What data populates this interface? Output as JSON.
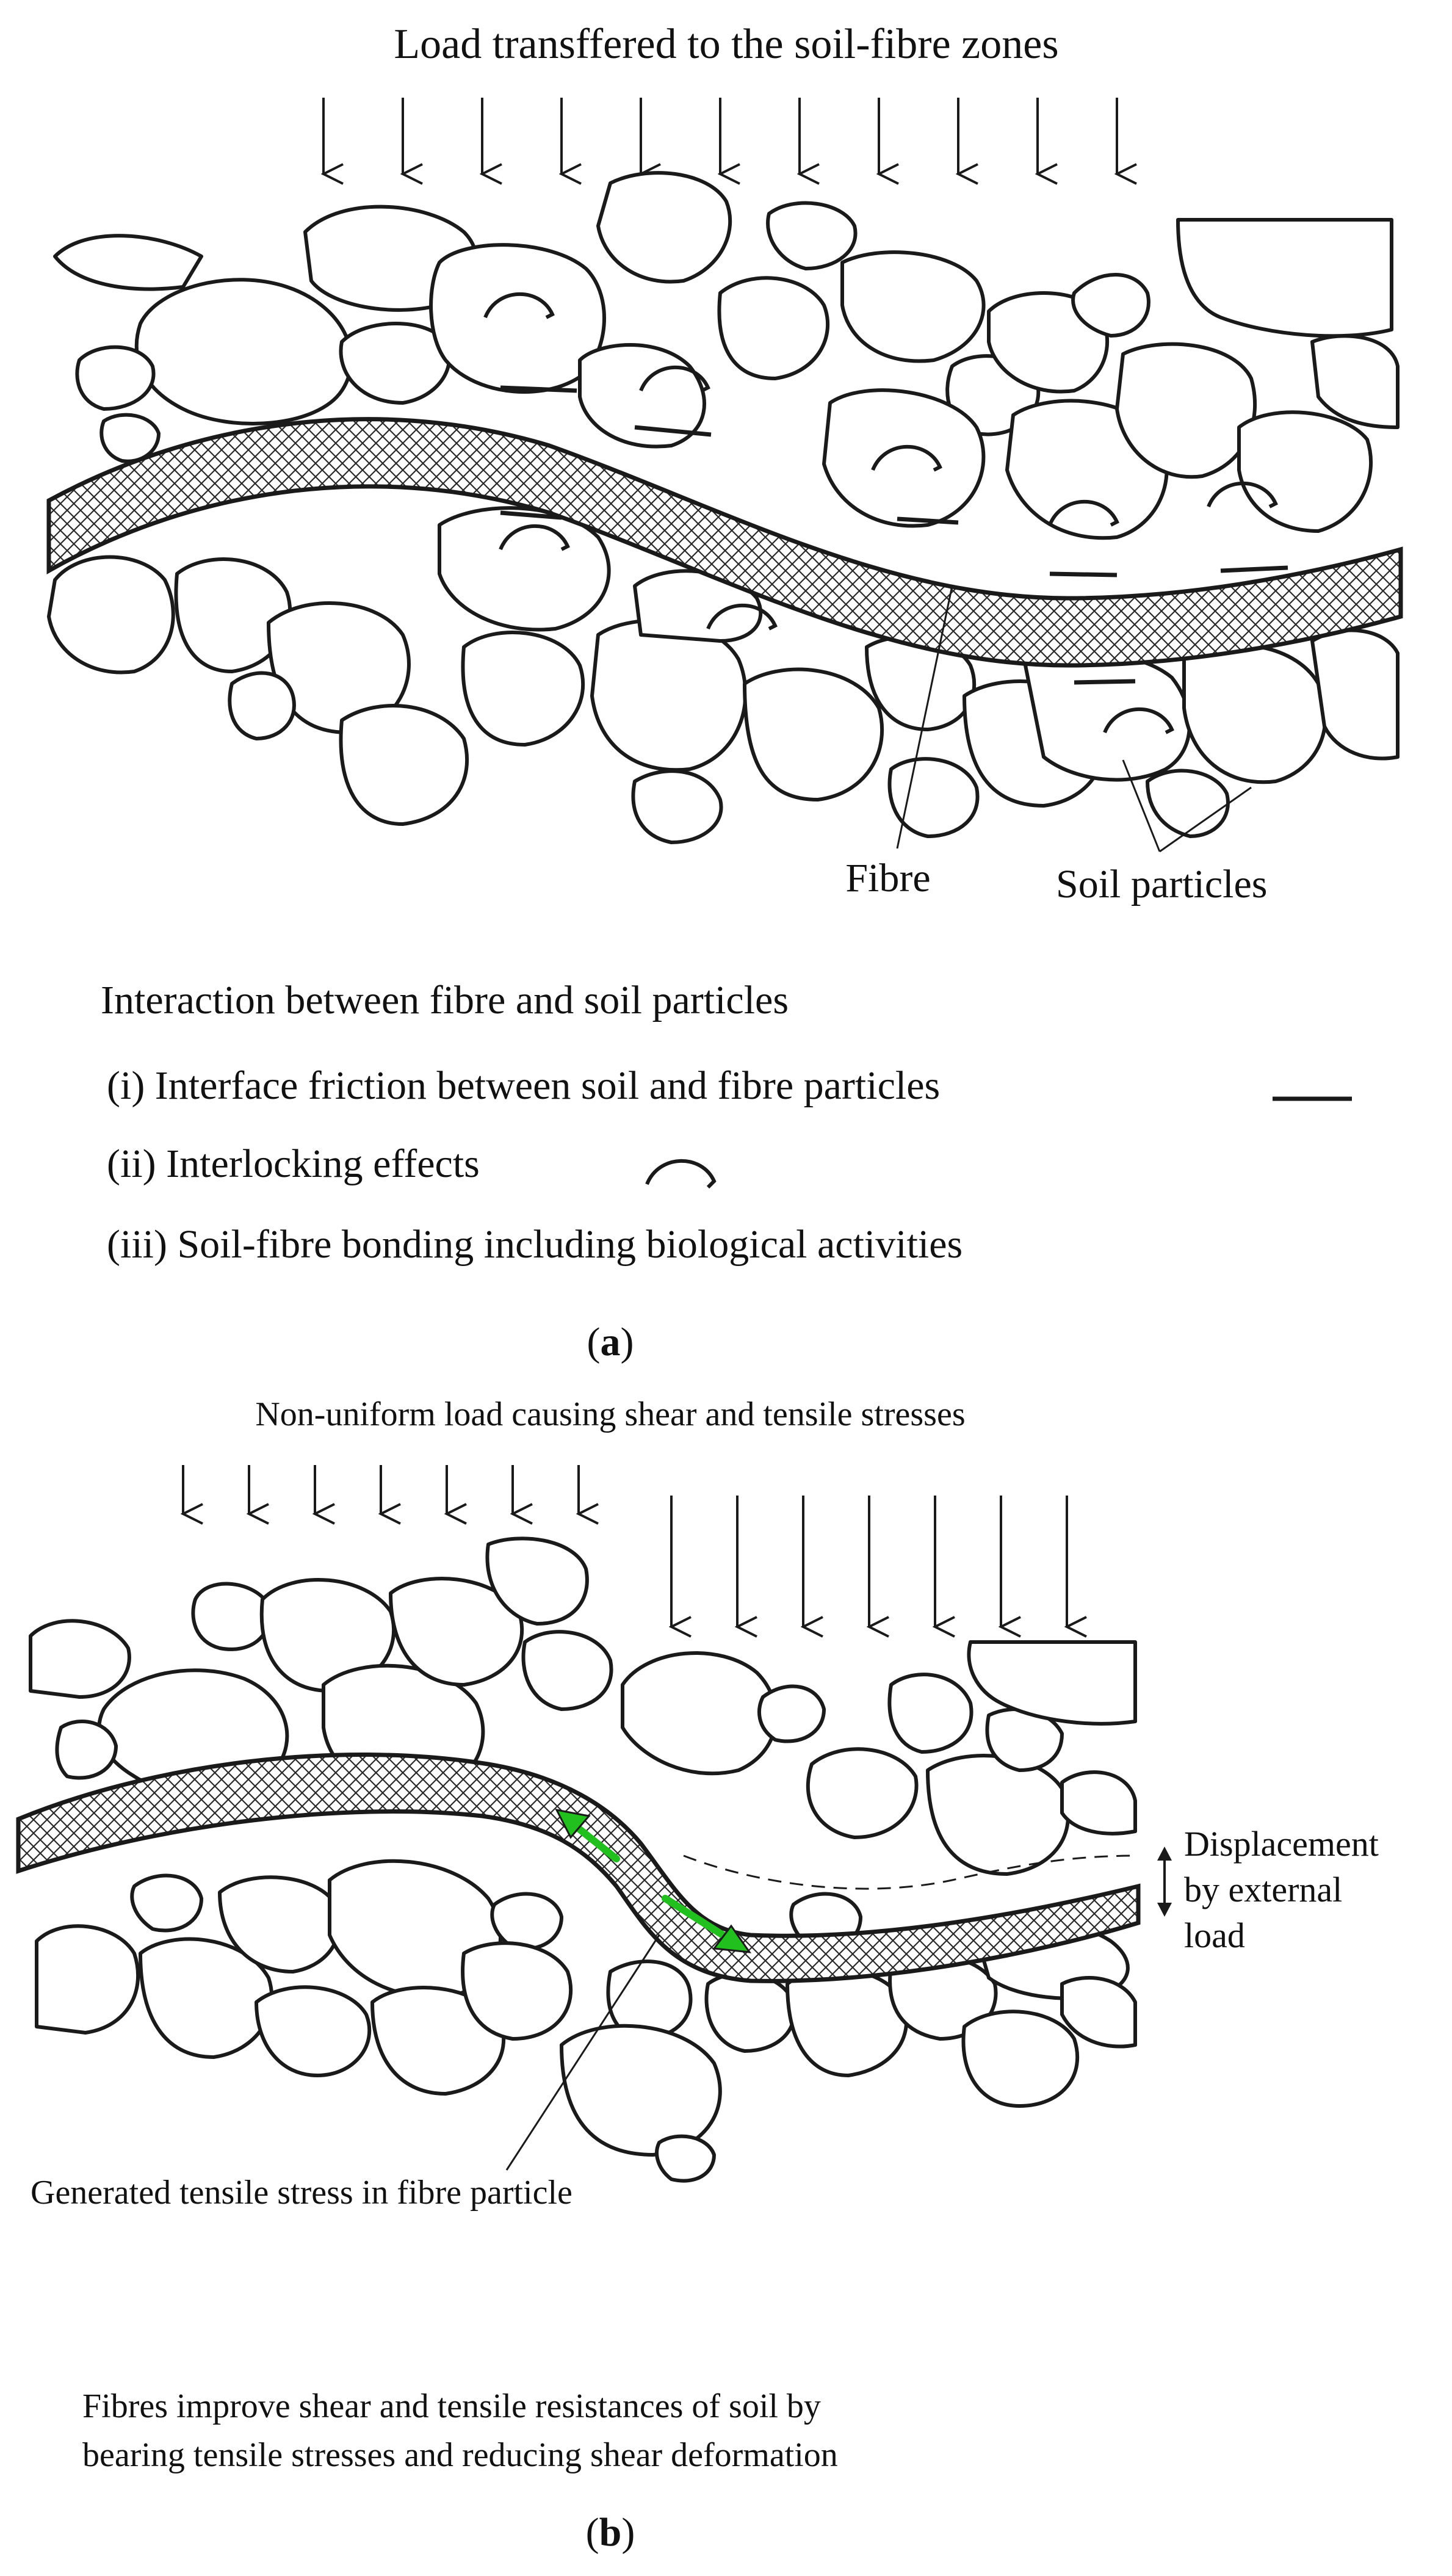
{
  "panel_a": {
    "load_caption": "Load transffered to the soil-fibre zones",
    "fibre_label": "Fibre",
    "soil_label": "Soil particles",
    "interaction_heading": "Interaction between fibre and soil particles",
    "mechanisms": [
      {
        "text": "(i) Interface friction between soil and fibre particles",
        "symbol": "friction-line-icon"
      },
      {
        "text": "(ii) Interlocking effects",
        "symbol": "interlock-arc-icon"
      },
      {
        "text": "(iii) Soil-fibre bonding including biological activities",
        "symbol": ""
      }
    ],
    "panel_label_open": "(",
    "panel_letter": "a",
    "panel_label_close": ")"
  },
  "panel_b": {
    "load_caption": "Non-uniform load causing shear and tensile stresses",
    "displacement_lines": [
      "Displacement",
      "by external",
      "load"
    ],
    "tensile_label": "Generated tensile stress in fibre particle",
    "conclusion_lines": [
      "Fibres improve shear and tensile resistances of soil by",
      "bearing tensile stresses and reducing shear deformation"
    ],
    "panel_label_open": "(",
    "panel_letter": "b",
    "panel_label_close": ")",
    "tensile_arrow_color": "#22c01e"
  }
}
